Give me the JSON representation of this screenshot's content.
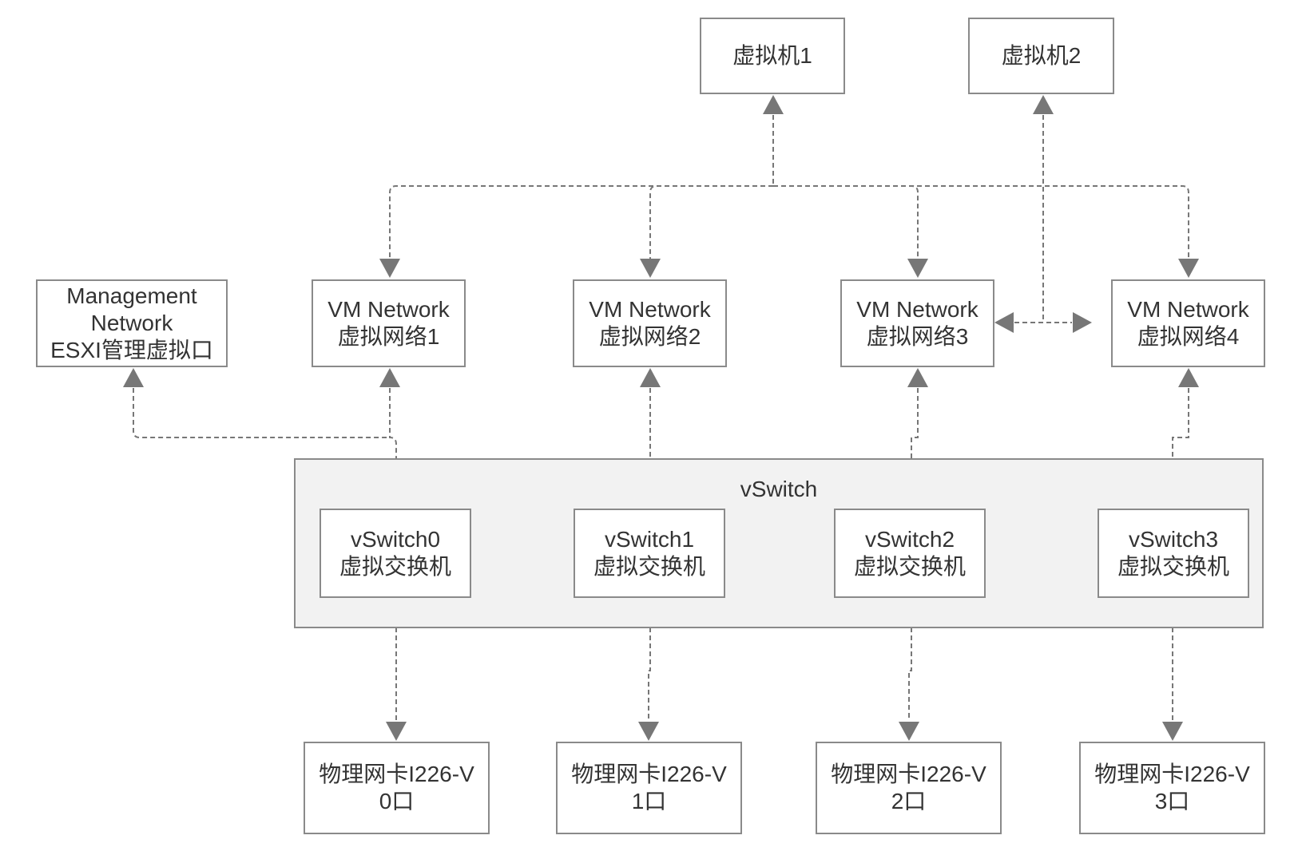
{
  "nodes": {
    "vm1": {
      "lines": [
        "虚拟机1"
      ]
    },
    "vm2": {
      "lines": [
        "虚拟机2"
      ]
    },
    "mgmt": {
      "lines": [
        "Management",
        "Network",
        "ESXI管理虚拟口"
      ]
    },
    "net1": {
      "lines": [
        "VM Network",
        "虚拟网络1"
      ]
    },
    "net2": {
      "lines": [
        "VM Network",
        "虚拟网络2"
      ]
    },
    "net3": {
      "lines": [
        "VM Network",
        "虚拟网络3"
      ]
    },
    "net4": {
      "lines": [
        "VM Network",
        "虚拟网络4"
      ]
    },
    "vswitch_group": {
      "label": "vSwitch"
    },
    "sw0": {
      "lines": [
        "vSwitch0",
        "虚拟交换机"
      ]
    },
    "sw1": {
      "lines": [
        "vSwitch1",
        "虚拟交换机"
      ]
    },
    "sw2": {
      "lines": [
        "vSwitch2",
        "虚拟交换机"
      ]
    },
    "sw3": {
      "lines": [
        "vSwitch3",
        "虚拟交换机"
      ]
    },
    "nic0": {
      "lines": [
        "物理网卡I226-V",
        "0口"
      ]
    },
    "nic1": {
      "lines": [
        "物理网卡I226-V",
        "1口"
      ]
    },
    "nic2": {
      "lines": [
        "物理网卡I226-V",
        "2口"
      ]
    },
    "nic3": {
      "lines": [
        "物理网卡I226-V",
        "3口"
      ]
    }
  },
  "colors": {
    "connector": "#777777",
    "border": "#8a8a8a",
    "group_fill": "#f2f2f2",
    "text": "#333333"
  }
}
